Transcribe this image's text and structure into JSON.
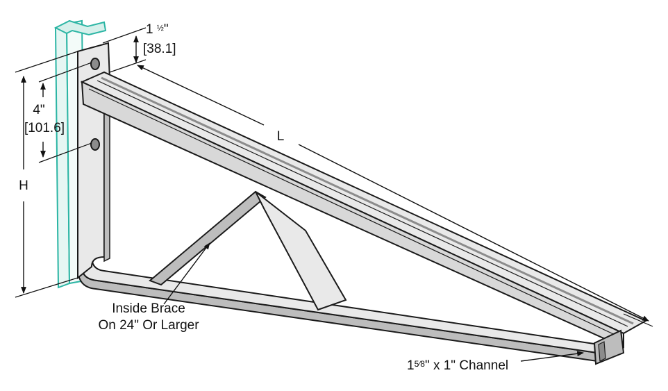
{
  "colors": {
    "steel_fill": "#e9e9e9",
    "steel_shade": "#bdbdbd",
    "steel_dark": "#8c8c8c",
    "outline": "#1a1a1a",
    "channel_accent": "#2bb5a4",
    "channel_fill": "#e6f6f3"
  },
  "dimensions": {
    "flange_width": {
      "whole": "1",
      "fraction": "½",
      "inch_mark": "\"",
      "metric": "[38.1]"
    },
    "hole_spacing": {
      "imperial": "4\"",
      "metric": "[101.6]"
    },
    "height": "H",
    "length": "L"
  },
  "callouts": {
    "inside_brace_line1": "Inside Brace",
    "inside_brace_line2": "On 24\" Or Larger",
    "channel": {
      "whole": "1",
      "fraction": "5⁄8",
      "rest": "\" x 1\" Channel"
    }
  }
}
